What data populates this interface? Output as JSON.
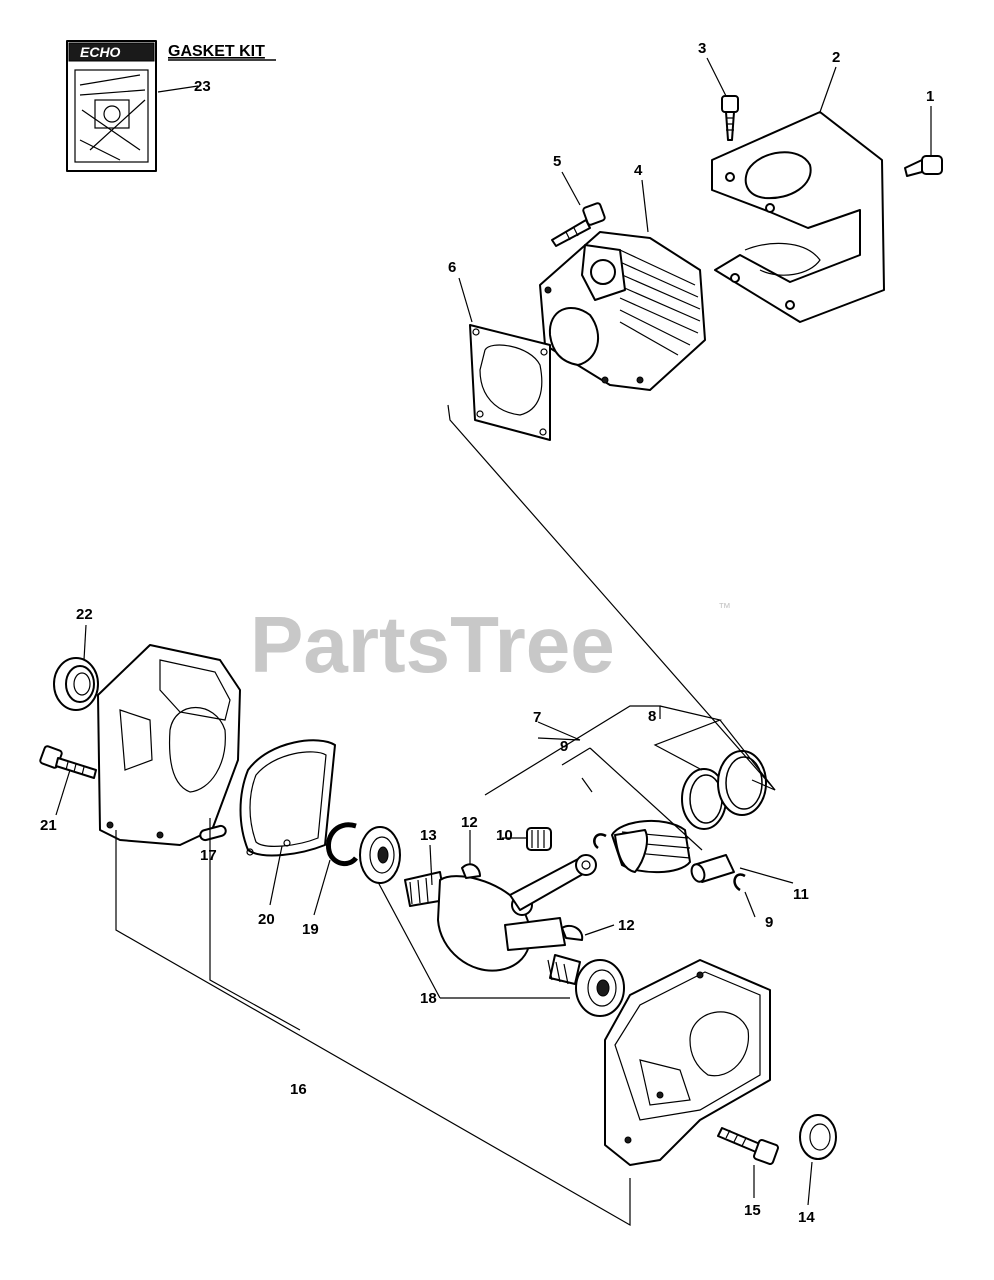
{
  "watermark": {
    "text": "PartsTree",
    "trademark": "™"
  },
  "gasket_kit": {
    "brand": "ECHO",
    "title": "GASKET KIT"
  },
  "callouts": {
    "c1": "1",
    "c2": "2",
    "c3": "3",
    "c4": "4",
    "c5": "5",
    "c6": "6",
    "c7": "7",
    "c8": "8",
    "c9a": "9",
    "c9b": "9",
    "c10": "10",
    "c11": "11",
    "c12a": "12",
    "c12b": "12",
    "c13": "13",
    "c14": "14",
    "c15": "15",
    "c16": "16",
    "c17": "17",
    "c18": "18",
    "c19": "19",
    "c20": "20",
    "c21": "21",
    "c22": "22",
    "c23": "23"
  }
}
